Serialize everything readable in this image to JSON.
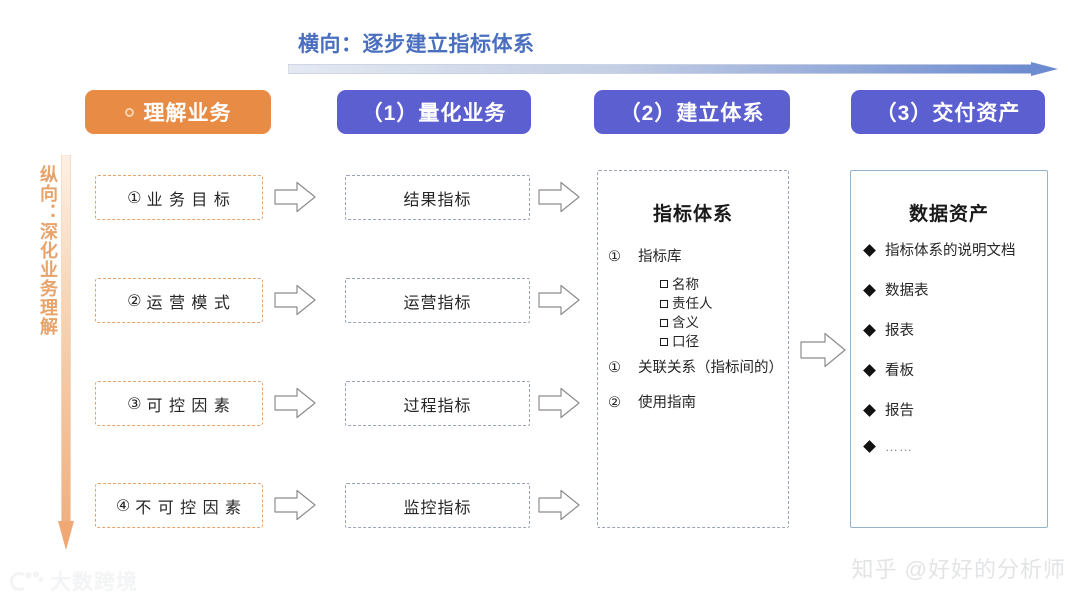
{
  "banner": {
    "horizontal_title": "横向：逐步建立指标体系",
    "horizontal_arrow_icon": "right-gradient-arrow",
    "vertical_title": "纵向：深化业务理解",
    "vertical_arrow_icon": "down-gradient-arrow",
    "accent_blue": "#4a6fbf",
    "accent_orange": "#e8a36a"
  },
  "columns": [
    {
      "label": "理解业务",
      "prefix_icon": "circle-dot",
      "color": "#e88b45"
    },
    {
      "label": "（1）量化业务",
      "color": "#5b5fd0"
    },
    {
      "label": "（2）建立体系",
      "color": "#5b5fd0"
    },
    {
      "label": "（3）交付资产",
      "color": "#5b5fd0"
    }
  ],
  "understand_business": {
    "items": [
      {
        "num": "①",
        "label": "业 务 目 标"
      },
      {
        "num": "②",
        "label": "运 营 模 式"
      },
      {
        "num": "③",
        "label": "可 控 因 素"
      },
      {
        "num": "④",
        "label": "不 可 控 因 素"
      }
    ]
  },
  "quantify_business": {
    "items": [
      {
        "label": "结果指标"
      },
      {
        "label": "运营指标"
      },
      {
        "label": "过程指标"
      },
      {
        "label": "监控指标"
      }
    ]
  },
  "build_system": {
    "title": "指标体系",
    "items": [
      {
        "num": "①",
        "label": "指标库"
      },
      {
        "num": "①",
        "label": "关联关系（指标间的）"
      },
      {
        "num": "②",
        "label": "使用指南"
      }
    ],
    "sub_items": [
      {
        "label": "名称"
      },
      {
        "label": "责任人"
      },
      {
        "label": "含义"
      },
      {
        "label": "口径"
      }
    ]
  },
  "deliver_assets": {
    "title": "数据资产",
    "items": [
      {
        "label": "指标体系的说明文档"
      },
      {
        "label": "数据表"
      },
      {
        "label": "报表"
      },
      {
        "label": "看板"
      },
      {
        "label": "报告"
      },
      {
        "label": "……"
      }
    ],
    "border_color": "#93b4cd"
  },
  "watermarks": {
    "left": "大数跨境",
    "left_icon": "paw-logo",
    "right": "知乎 @好好的分析师"
  }
}
